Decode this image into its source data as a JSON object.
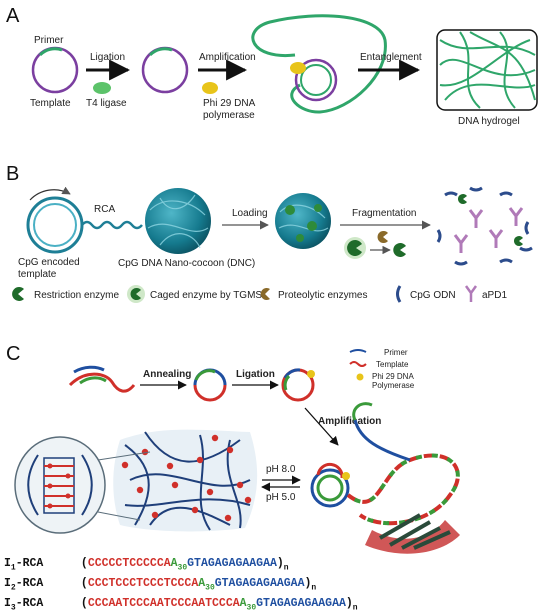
{
  "panels": {
    "a": "A",
    "b": "B",
    "c": "C"
  },
  "panel_a": {
    "primer": "Primer",
    "template": "Template",
    "ligation": "Ligation",
    "t4_ligase": "T4 ligase",
    "amplification": "Amplification",
    "phi29_line1": "Phi 29 DNA",
    "phi29_line2": "polymerase",
    "entanglement": "Entanglement",
    "hydrogel": "DNA hydrogel"
  },
  "panel_b": {
    "rca": "RCA",
    "cpg_template_line1": "CpG encoded",
    "cpg_template_line2": "template",
    "dnc": "CpG DNA Nano-cocoon (DNC)",
    "loading": "Loading",
    "fragmentation": "Fragmentation",
    "legend": {
      "restriction_enzyme": "Restriction enzyme",
      "caged_enzyme": "Caged enzyme by TGMS",
      "proteolytic_enzymes": "Proteolytic enzymes",
      "cpg_odn": "CpG ODN",
      "apd1": "aPD1"
    }
  },
  "panel_c": {
    "legend_primer": "Primer",
    "legend_template": "Template",
    "legend_phi29_line1": "Phi 29 DNA",
    "legend_phi29_line2": "Polymerase",
    "annealing": "Annealing",
    "ligation": "Ligation",
    "amplification": "Amplification",
    "ph_high": "pH 8.0",
    "ph_low": "pH 5.0"
  },
  "sequences": [
    {
      "name_main": "I",
      "name_sub": "1",
      "name_rest": "-RCA",
      "c_part": "CCCCCTCCCCCA",
      "a_part": "30",
      "g_part": "GTAGAGAGAAGAA",
      "n": "n"
    },
    {
      "name_main": "I",
      "name_sub": "2",
      "name_rest": "-RCA",
      "c_part": "CCCTCCCTCCCTCCCA",
      "a_part": "30",
      "g_part": "GTAGAGAGAAGAA",
      "n": "n"
    },
    {
      "name_main": "I",
      "name_sub": "3",
      "name_rest": "-RCA",
      "c_part": "CCCAATCCCAATCCCAATCCCA",
      "a_part": "30",
      "g_part": "GTAGAGAGAAGAA",
      "n": "n"
    }
  ],
  "colors": {
    "purple": "#7b3fa0",
    "green": "#2fa66a",
    "teal": "#1e7f96",
    "red": "#d0302a",
    "blue": "#1f4fa0",
    "yellow": "#e8c41a"
  }
}
